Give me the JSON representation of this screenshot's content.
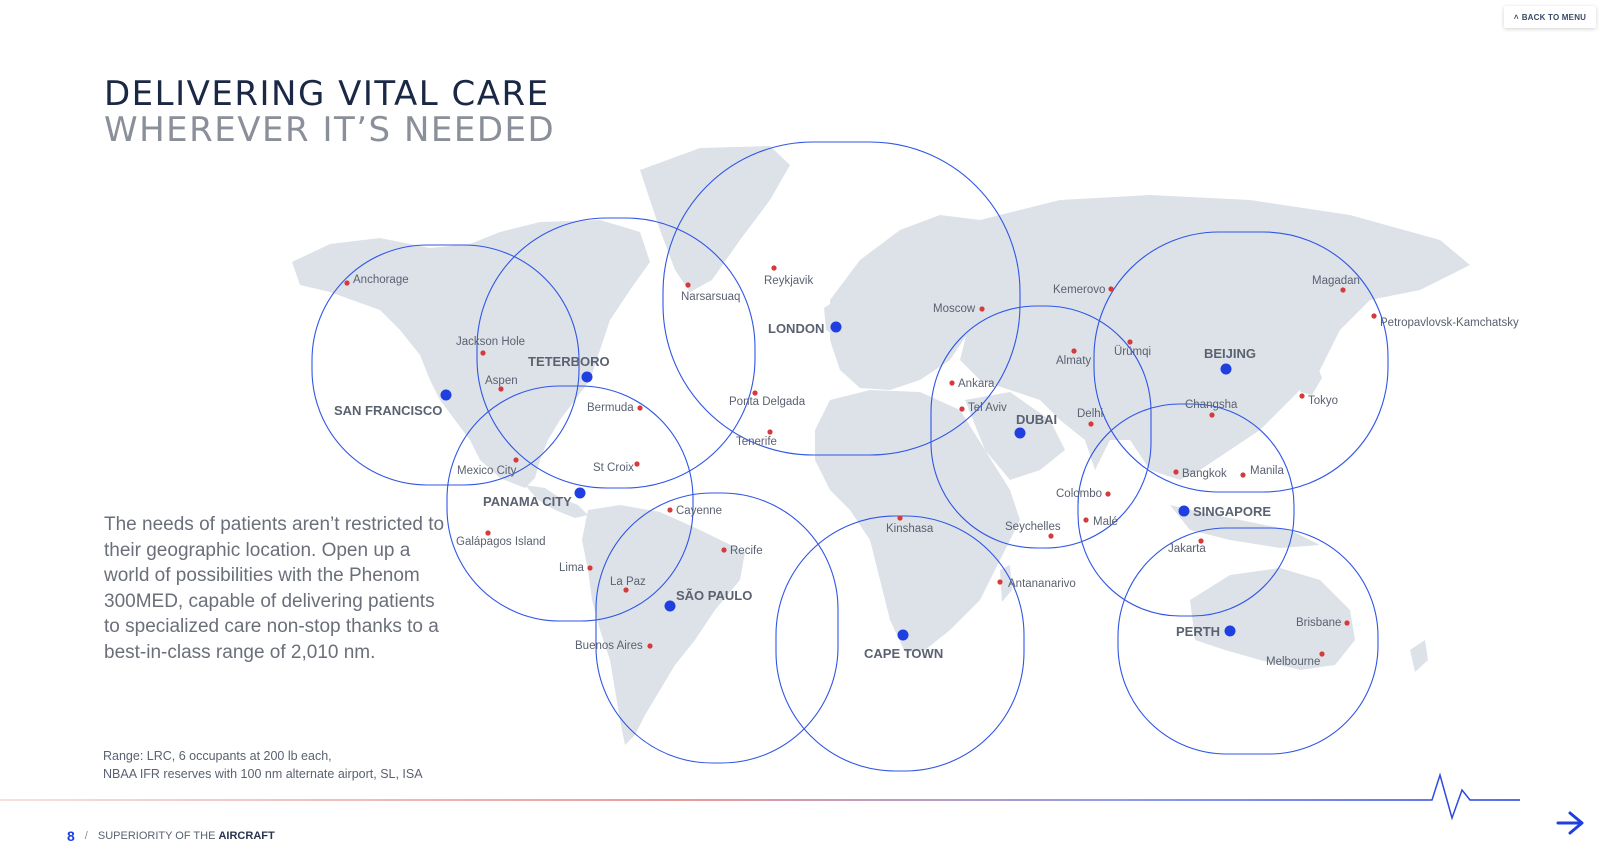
{
  "header": {
    "back_menu_label": "BACK TO MENU"
  },
  "title": {
    "line1": "DELIVERING VITAL CARE",
    "line2": "WHEREVER IT’S NEEDED"
  },
  "body_text": "The needs of patients aren’t restricted to their geographic location. Open up a world of possibilities with the Phenom 300MED, capable of delivering patients to specialized care non-stop thanks to a best-in-class range of 2,010 nm.",
  "footnote": {
    "line1": "Range: LRC, 6 occupants at 200 lb each,",
    "line2": "NBAA IFR reserves with 100 nm alternate airport, SL, ISA"
  },
  "footer": {
    "page": "8",
    "separator": "/",
    "section_prefix": "SUPERIORITY OF THE",
    "section_bold": "AIRCRAFT"
  },
  "colors": {
    "hub": "#1f3fe0",
    "city": "#d63a3a",
    "ring": "#2f55e6",
    "land": "#dde2e8",
    "title_dark": "#1a2845",
    "title_light": "#8a8f99"
  },
  "icons": {
    "next": "arrow-right-icon",
    "back": "chevron-up-icon",
    "pulse": "heartbeat-line-icon"
  },
  "hubs": [
    {
      "name": "SAN FRANCISCO"
    },
    {
      "name": "TETERBORO"
    },
    {
      "name": "PANAMA CITY"
    },
    {
      "name": "SÃO PAULO"
    },
    {
      "name": "LONDON"
    },
    {
      "name": "CAPE TOWN"
    },
    {
      "name": "DUBAI"
    },
    {
      "name": "BEIJING"
    },
    {
      "name": "SINGAPORE"
    },
    {
      "name": "PERTH"
    }
  ],
  "cities": [
    {
      "name": "Anchorage"
    },
    {
      "name": "Jackson Hole"
    },
    {
      "name": "Aspen"
    },
    {
      "name": "Mexico City"
    },
    {
      "name": "Galápagos Island"
    },
    {
      "name": "Bermuda"
    },
    {
      "name": "St Croix"
    },
    {
      "name": "Cayenne"
    },
    {
      "name": "Recife"
    },
    {
      "name": "Lima"
    },
    {
      "name": "La Paz"
    },
    {
      "name": "Buenos Aires"
    },
    {
      "name": "Narsarsuaq"
    },
    {
      "name": "Reykjavik"
    },
    {
      "name": "Ponta Delgada"
    },
    {
      "name": "Tenerife"
    },
    {
      "name": "Moscow"
    },
    {
      "name": "Ankara"
    },
    {
      "name": "Tel Aviv"
    },
    {
      "name": "Kinshasa"
    },
    {
      "name": "Seychelles"
    },
    {
      "name": "Antananarivo"
    },
    {
      "name": "Kemerovo"
    },
    {
      "name": "Almaty"
    },
    {
      "name": "Ürümqi"
    },
    {
      "name": "Delhi"
    },
    {
      "name": "Colombo"
    },
    {
      "name": "Malé"
    },
    {
      "name": "Magadan"
    },
    {
      "name": "Petropavlovsk-Kamchatsky"
    },
    {
      "name": "Tokyo"
    },
    {
      "name": "Changsha"
    },
    {
      "name": "Bangkok"
    },
    {
      "name": "Manila"
    },
    {
      "name": "Jakarta"
    },
    {
      "name": "Brisbane"
    },
    {
      "name": "Melbourne"
    }
  ]
}
